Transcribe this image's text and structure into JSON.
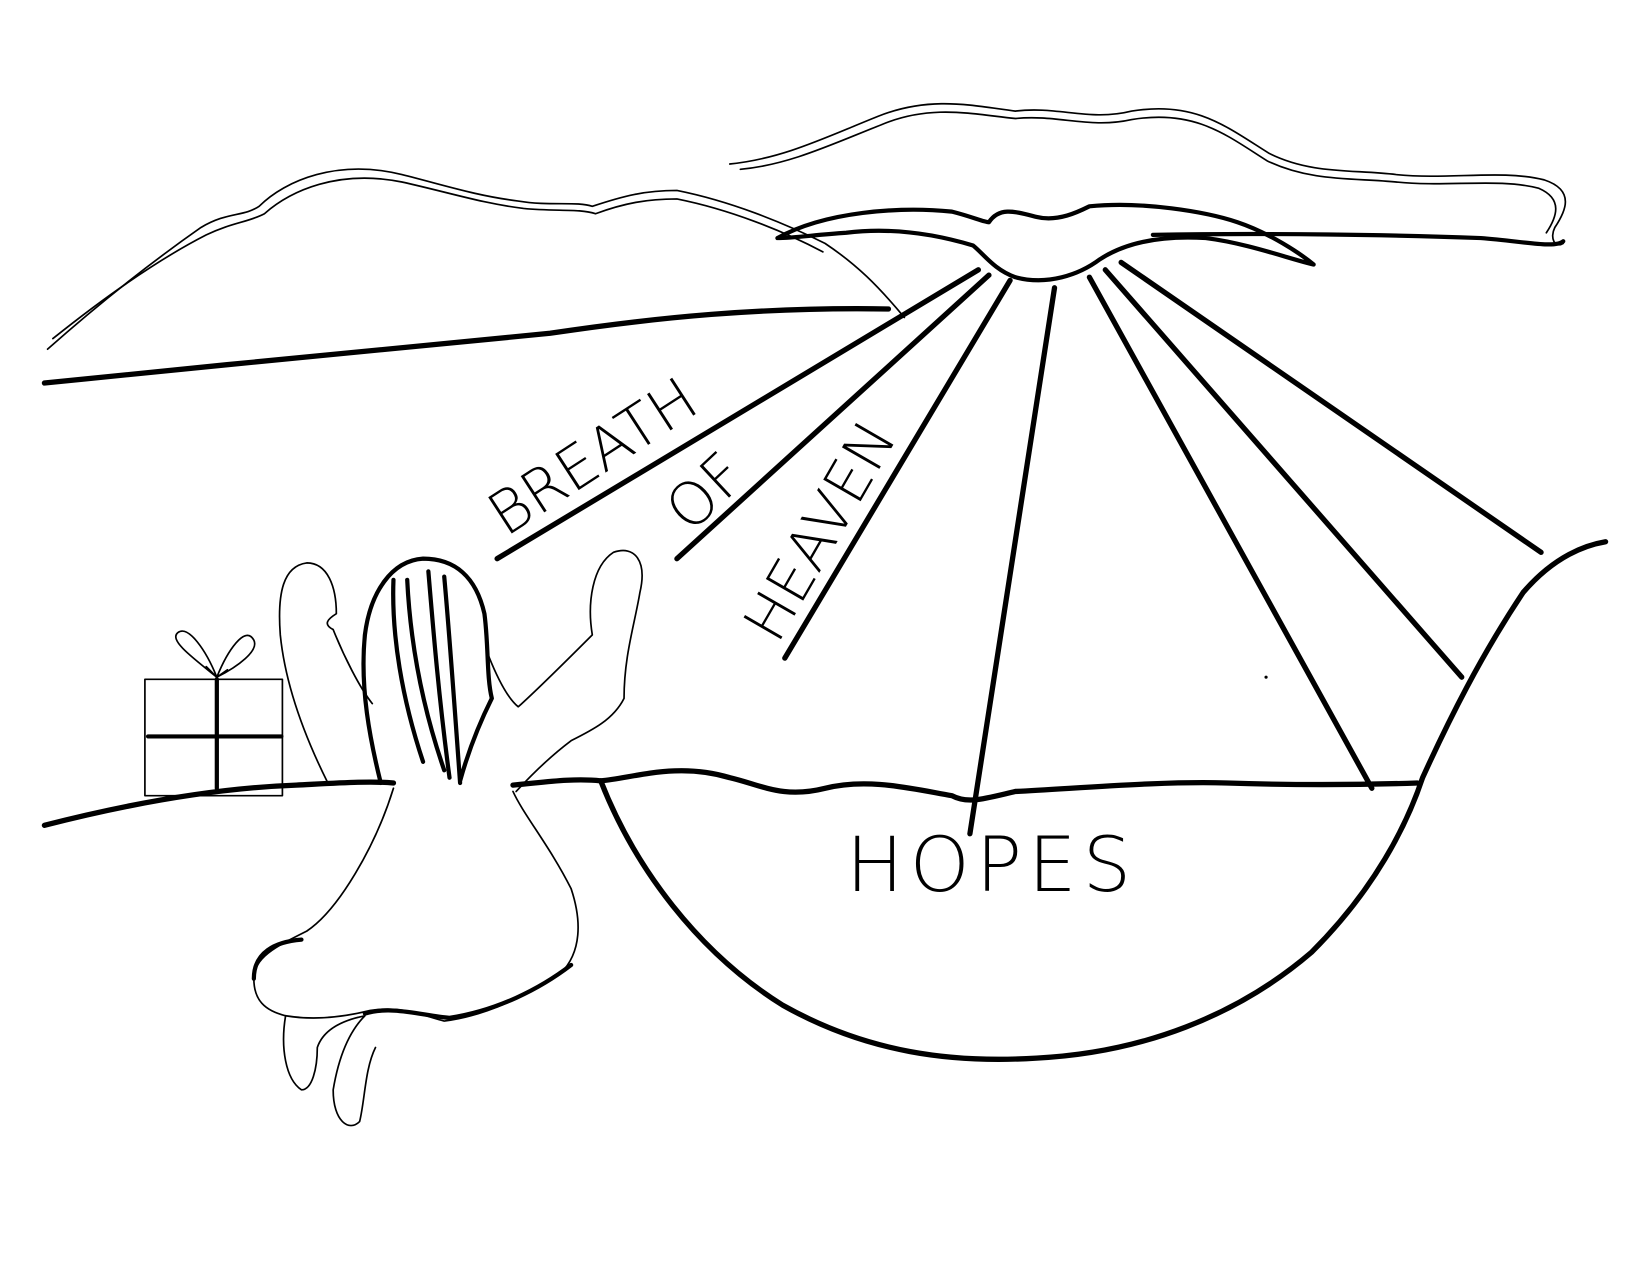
{
  "illustration": {
    "words": {
      "breath": "BREATH",
      "of": "OF",
      "heaven": "HEAVEN",
      "hopes": "HOPES"
    },
    "colors": {
      "ink": "#000000",
      "paper": "#ffffff"
    }
  }
}
